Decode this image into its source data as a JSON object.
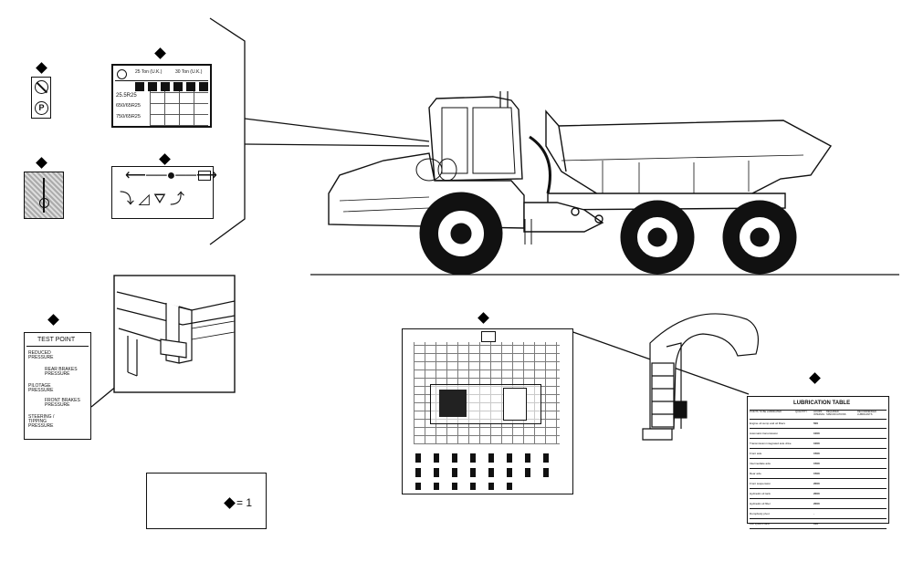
{
  "decal_capacity": {
    "header": [
      "25 Ton (U.K.)",
      "30 Ton (U.K.)"
    ],
    "rows": [
      "25.5R25",
      "650/65R25",
      "750/65R25"
    ]
  },
  "test_point_decal": {
    "title": "TEST POINT",
    "items": [
      "REDUCED PRESSURE",
      "REAR BRAKES PRESSURE",
      "PILOTAGE PRESSURE",
      "FRONT BRAKES PRESSURE",
      "STEERING / TIPPING PRESSURE"
    ]
  },
  "lubrication_decal": {
    "title": "LUBRICATION TABLE",
    "columns": [
      "POINTS TO BE LUBRICATED",
      "QUANTITY",
      "HOURS INTERVAL",
      "REQUIRED SPECIFICATIONS",
      "RECOMMENDED LUBRICANTS"
    ],
    "rows": [
      {
        "point": "Engine oil sump and oil filters",
        "interval": "500"
      },
      {
        "point": "Automatic transmission",
        "interval": "1000"
      },
      {
        "point": "Transmission integrated axle drive",
        "interval": "1000"
      },
      {
        "point": "Front axle",
        "interval": "1500"
      },
      {
        "point": "Intermediate axle",
        "interval": "1500"
      },
      {
        "point": "Rear axle",
        "interval": "1500"
      },
      {
        "point": "Front suspension",
        "interval": "2000"
      },
      {
        "point": "Hydraulic oil tank",
        "interval": "2000"
      },
      {
        "point": "Hydraulic oil filter",
        "interval": "2000"
      },
      {
        "point": "Dumpbody pivot",
        "interval": "-"
      },
      {
        "point": "Lub system tank",
        "interval": "100"
      }
    ]
  },
  "legend": {
    "equals_text": "= 1"
  }
}
